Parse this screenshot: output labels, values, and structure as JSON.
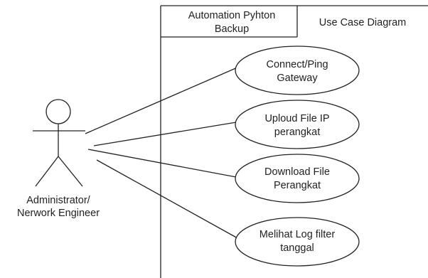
{
  "frame": {
    "name_line1": "Automation Pyhton",
    "name_line2": "Backup",
    "kind": "Use Case Diagram"
  },
  "actor": {
    "label_line1": "Administrator/",
    "label_line2": "Nerwork Engineer"
  },
  "use_cases": [
    {
      "line1": "Connect/Ping",
      "line2": "Gateway"
    },
    {
      "line1": "Uploud File IP",
      "line2": "perangkat"
    },
    {
      "line1": "Download File",
      "line2": "Perangkat"
    },
    {
      "line1": "Melihat Log filter",
      "line2": "tanggal"
    }
  ],
  "colors": {
    "stroke": "#222222",
    "background": "#ffffff"
  }
}
